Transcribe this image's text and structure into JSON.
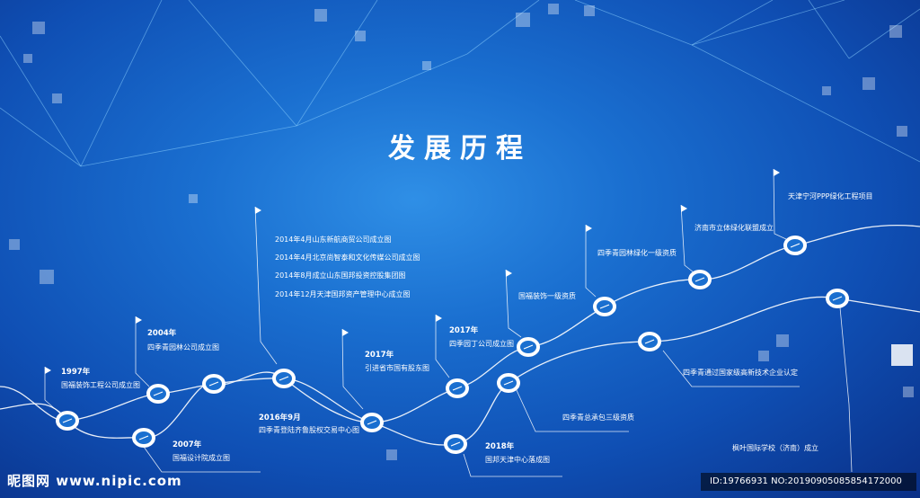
{
  "title": "发展历程",
  "events": [
    {
      "year": "1997年",
      "text": "国福装饰工程公司成立图"
    },
    {
      "year": "2004年",
      "text": "四季青园林公司成立图"
    },
    {
      "year": "2007年",
      "text": "国福设计院成立图"
    },
    {
      "year": "",
      "text": "2014年4月山东新航商贸公司成立图"
    },
    {
      "year": "",
      "text": "2014年4月北京尚智泰和文化传媒公司成立图"
    },
    {
      "year": "",
      "text": "2014年8月成立山东国邦投资控股集团图"
    },
    {
      "year": "",
      "text": "2014年12月天津国邦资产管理中心成立图"
    },
    {
      "year": "2016年9月",
      "text": "四季青登陆齐鲁股权交易中心图"
    },
    {
      "year": "2017年",
      "text": "引进省市国有股东图"
    },
    {
      "year": "2018年",
      "text": "国邦天津中心落成图"
    },
    {
      "year": "2017年",
      "text": "四季园丁公司成立图"
    },
    {
      "year": "",
      "text": "四季青总承包三级资质"
    },
    {
      "year": "",
      "text": "国福装饰一级资质"
    },
    {
      "year": "",
      "text": "四季青园林绿化一级资质"
    },
    {
      "year": "",
      "text": "四季青通过国家级高新技术企业认定"
    },
    {
      "year": "",
      "text": "济南市立体绿化联盟成立"
    },
    {
      "year": "",
      "text": "天津宁河PPP绿化工程项目"
    },
    {
      "year": "",
      "text": "枫叶国际学校（济南）成立"
    }
  ],
  "footer": {
    "logo": "昵图网 www.nipic.com",
    "id_text": "ID:19766931 NO:20190905085854172000"
  }
}
